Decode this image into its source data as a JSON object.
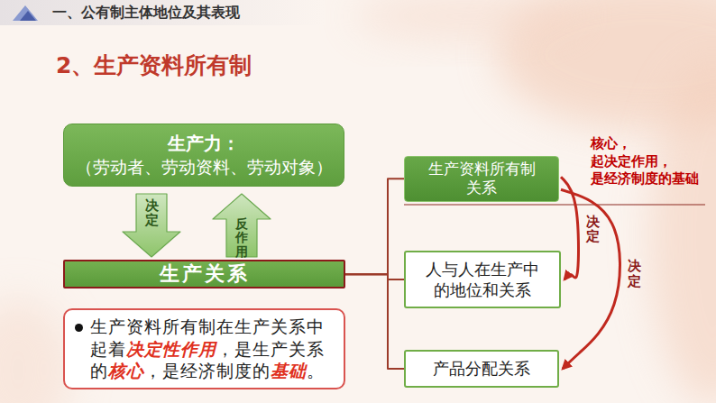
{
  "diagram": {
    "title": "2、生产资料所有制",
    "nodes": [
      {
        "text": [
          "生产力：",
          "（劳动者、劳动资料、劳动对象）"
        ]
      },
      {
        "text": [
          "生产关系"
        ]
      },
      {
        "text": [
          "生产资料所有制在生产关系中 起着决定性作用，是生产关系 的核心，是经济制度的基础。"
        ]
      },
      {
        "text": [
          "生产资料所有制 关系"
        ]
      },
      {
        "text": [
          "人与人在生产中 的地位和关系"
        ]
      },
      {
        "text": [
          "产品分配关系"
        ]
      }
    ],
    "edges": [
      {
        "from": 0,
        "to": 1,
        "label": "决定",
        "arrow": "to"
      },
      {
        "from": 1,
        "to": 0,
        "label": "反作用",
        "arrow": "to"
      },
      {
        "from": 1,
        "to": 3,
        "arrow": "none"
      },
      {
        "from": 1,
        "to": 4,
        "arrow": "none"
      },
      {
        "from": 1,
        "to": 5,
        "arrow": "none"
      },
      {
        "from": 3,
        "to": 4,
        "label": "决定",
        "arrow": "to"
      },
      {
        "from": 3,
        "to": 5,
        "label": "决定",
        "arrow": "to"
      }
    ],
    "labels": [
      "一、公有制主体地位及其表现",
      "核心， 起决定作用， 是经济制度的基础"
    ]
  }
}
